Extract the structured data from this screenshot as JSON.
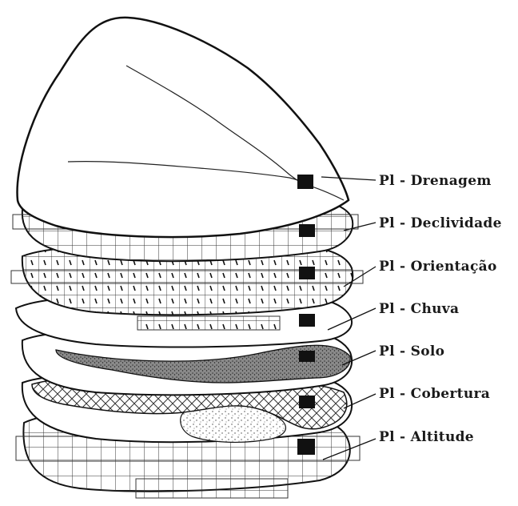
{
  "diagram": {
    "layers": [
      {
        "id": "drenagem",
        "label": "Pl - Drenagem"
      },
      {
        "id": "declividade",
        "label": "Pl - Declividade"
      },
      {
        "id": "orientacao",
        "label": "Pl - Orientação"
      },
      {
        "id": "chuva",
        "label": "Pl - Chuva"
      },
      {
        "id": "solo",
        "label": "Pl - Solo"
      },
      {
        "id": "cobertura",
        "label": "Pl - Cobertura"
      },
      {
        "id": "altitude",
        "label": "Pl - Altitude"
      }
    ]
  }
}
